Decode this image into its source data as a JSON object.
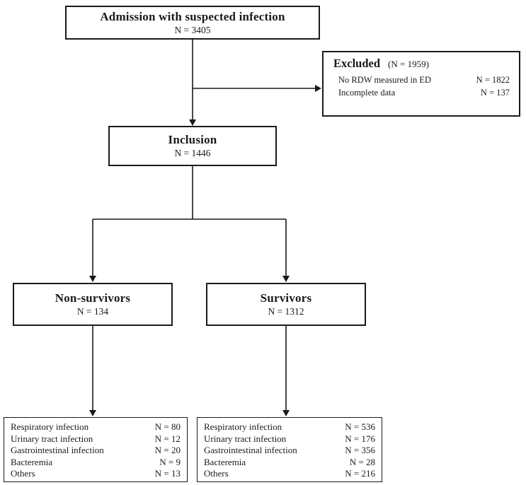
{
  "diagram": {
    "admission": {
      "title": "Admission with suspected infection",
      "count": "N = 3405"
    },
    "excluded": {
      "title": "Excluded",
      "count": "(N = 1959)",
      "items": [
        {
          "label": "No RDW measured in ED",
          "count": "N = 1822"
        },
        {
          "label": "Incomplete data",
          "count": "N = 137"
        }
      ]
    },
    "inclusion": {
      "title": "Inclusion",
      "count": "N = 1446"
    },
    "non_survivors": {
      "title": "Non-survivors",
      "count": "N = 134"
    },
    "survivors": {
      "title": "Survivors",
      "count": "N = 1312"
    },
    "non_survivors_detail": {
      "items": [
        {
          "label": "Respiratory infection",
          "count": "N = 80"
        },
        {
          "label": "Urinary tract infection",
          "count": "N = 12"
        },
        {
          "label": "Gastrointestinal infection",
          "count": "N = 20"
        },
        {
          "label": "Bacteremia",
          "count": "N = 9"
        },
        {
          "label": "Others",
          "count": "N = 13"
        }
      ]
    },
    "survivors_detail": {
      "items": [
        {
          "label": "Respiratory infection",
          "count": "N = 536"
        },
        {
          "label": "Urinary tract infection",
          "count": "N = 176"
        },
        {
          "label": "Gastrointestinal infection",
          "count": "N = 356"
        },
        {
          "label": "Bacteremia",
          "count": "N = 28"
        },
        {
          "label": "Others",
          "count": "N = 216"
        }
      ]
    },
    "colors": {
      "line": "#1a1a1a",
      "border": "#1a1a1a",
      "text": "#1a1a1a",
      "background": "#ffffff"
    }
  }
}
